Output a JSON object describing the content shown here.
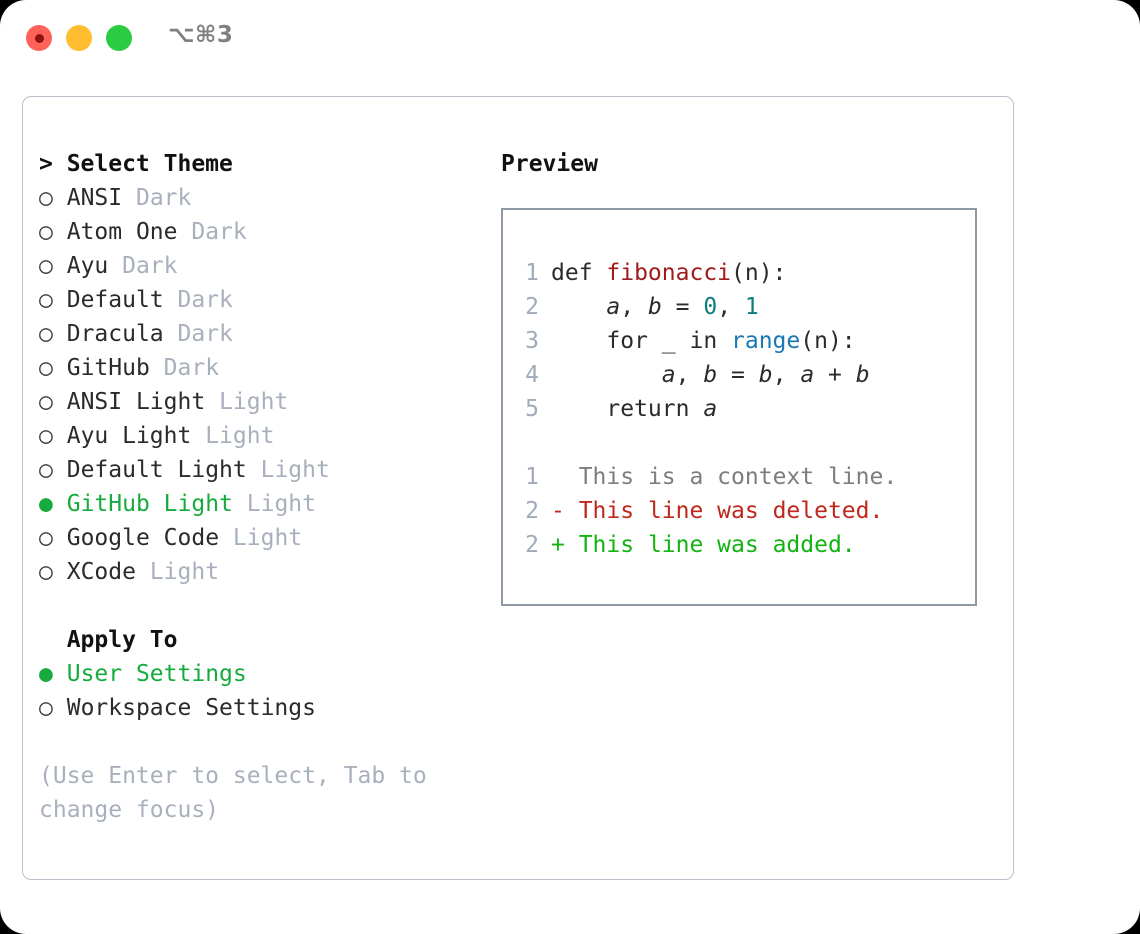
{
  "window": {
    "shortcut": "⌥⌘3",
    "traffic_lights": [
      "close-red",
      "minimize-yellow",
      "maximize-green"
    ]
  },
  "colors": {
    "accent_green": "#17ab3e",
    "muted": "#a8b0bd",
    "border": "#b9c2cd",
    "preview_border": "#8e99a8",
    "diff_add": "#12b312",
    "diff_del": "#c0271c",
    "token_function": "#a01b1b",
    "token_number": "#0d7c7c",
    "token_builtin": "#1878b4"
  },
  "theme_list": {
    "header": "> Select Theme",
    "items": [
      {
        "marker": "○",
        "label": "ANSI",
        "tag": "Dark",
        "selected": false
      },
      {
        "marker": "○",
        "label": "Atom One",
        "tag": "Dark",
        "selected": false
      },
      {
        "marker": "○",
        "label": "Ayu",
        "tag": "Dark",
        "selected": false
      },
      {
        "marker": "○",
        "label": "Default",
        "tag": "Dark",
        "selected": false
      },
      {
        "marker": "○",
        "label": "Dracula",
        "tag": "Dark",
        "selected": false
      },
      {
        "marker": "○",
        "label": "GitHub",
        "tag": "Dark",
        "selected": false
      },
      {
        "marker": "○",
        "label": "ANSI Light",
        "tag": "Light",
        "selected": false
      },
      {
        "marker": "○",
        "label": "Ayu Light",
        "tag": "Light",
        "selected": false
      },
      {
        "marker": "○",
        "label": "Default Light",
        "tag": "Light",
        "selected": false
      },
      {
        "marker": "●",
        "label": "GitHub Light",
        "tag": "Light",
        "selected": true
      },
      {
        "marker": "○",
        "label": "Google Code",
        "tag": "Light",
        "selected": false
      },
      {
        "marker": "○",
        "label": "XCode",
        "tag": "Light",
        "selected": false
      }
    ]
  },
  "apply_to": {
    "header": "  Apply To",
    "items": [
      {
        "marker": "●",
        "label": "User Settings",
        "selected": true
      },
      {
        "marker": "○",
        "label": "Workspace Settings",
        "selected": false
      }
    ]
  },
  "hint": "(Use Enter to select, Tab to change focus)",
  "preview": {
    "title": "Preview",
    "code_lines": [
      {
        "no": "1",
        "tokens": [
          {
            "text": "def ",
            "type": "plain"
          },
          {
            "text": "fibonacci",
            "type": "fn"
          },
          {
            "text": "(n):",
            "type": "plain"
          }
        ]
      },
      {
        "no": "2",
        "tokens": [
          {
            "text": "    ",
            "type": "plain"
          },
          {
            "text": "a",
            "type": "var"
          },
          {
            "text": ", ",
            "type": "plain"
          },
          {
            "text": "b",
            "type": "var"
          },
          {
            "text": " = ",
            "type": "plain"
          },
          {
            "text": "0",
            "type": "num"
          },
          {
            "text": ", ",
            "type": "plain"
          },
          {
            "text": "1",
            "type": "num"
          }
        ]
      },
      {
        "no": "3",
        "tokens": [
          {
            "text": "    for _ in ",
            "type": "plain"
          },
          {
            "text": "range",
            "type": "builtin"
          },
          {
            "text": "(n):",
            "type": "plain"
          }
        ]
      },
      {
        "no": "4",
        "tokens": [
          {
            "text": "        ",
            "type": "plain"
          },
          {
            "text": "a",
            "type": "var"
          },
          {
            "text": ", ",
            "type": "plain"
          },
          {
            "text": "b",
            "type": "var"
          },
          {
            "text": " = ",
            "type": "plain"
          },
          {
            "text": "b",
            "type": "var"
          },
          {
            "text": ", ",
            "type": "plain"
          },
          {
            "text": "a",
            "type": "var"
          },
          {
            "text": " + ",
            "type": "plain"
          },
          {
            "text": "b",
            "type": "var"
          }
        ]
      },
      {
        "no": "5",
        "tokens": [
          {
            "text": "    return ",
            "type": "plain"
          },
          {
            "text": "a",
            "type": "var"
          }
        ]
      }
    ],
    "diff_lines": [
      {
        "no": "1",
        "sign": "  ",
        "text": "This is a context line.",
        "kind": "context"
      },
      {
        "no": "2",
        "sign": "- ",
        "text": "This line was deleted.",
        "kind": "del"
      },
      {
        "no": "2",
        "sign": "+ ",
        "text": "This line was added.",
        "kind": "add"
      }
    ]
  }
}
